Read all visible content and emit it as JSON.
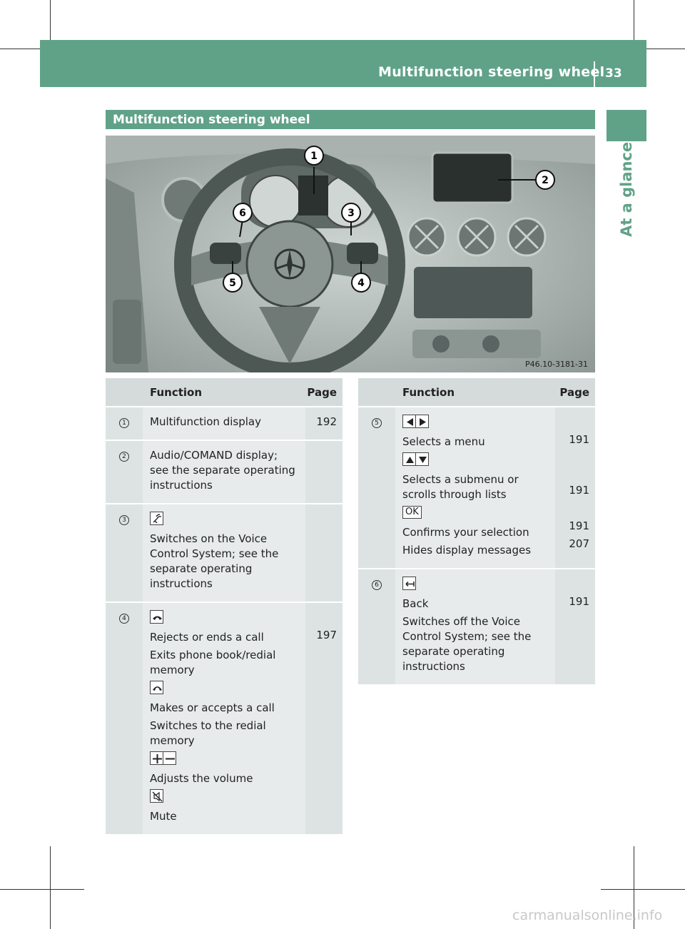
{
  "header": {
    "title": "Multifunction steering wheel",
    "page": "33"
  },
  "side_tab": {
    "label": "At a glance"
  },
  "section": {
    "title": "Multifunction steering wheel"
  },
  "figure": {
    "callouts": [
      "1",
      "2",
      "3",
      "4",
      "5",
      "6"
    ],
    "code": "P46.10-3181-31"
  },
  "table_left": {
    "headers": {
      "function": "Function",
      "page": "Page"
    },
    "rows": [
      {
        "num": "1",
        "lines": [
          "Multifunction display"
        ],
        "pages": [
          "192"
        ]
      },
      {
        "num": "2",
        "lines": [
          "Audio/COMAND display;",
          "see the separate operating",
          "instructions"
        ],
        "pages": []
      },
      {
        "num": "3",
        "icon": "voice-control-icon",
        "lines": [
          "Switches on the Voice",
          "Control System; see the",
          "separate operating",
          "instructions"
        ]
      },
      {
        "num": "4",
        "hangup": {
          "icon": "end-call-icon",
          "items": [
            "Rejects or ends a call",
            "Exits phone book/redial",
            "memory"
          ],
          "page": "197"
        },
        "accept": {
          "icon": "phone-accept-icon",
          "items": [
            "Makes or accepts a call",
            "Switches to the redial",
            "memory"
          ]
        },
        "volume": {
          "icons": [
            "plus-icon",
            "minus-icon"
          ],
          "items": [
            "Adjusts the volume"
          ]
        },
        "mute": {
          "icon": "mute-icon",
          "items": [
            "Mute"
          ]
        }
      }
    ]
  },
  "table_right": {
    "headers": {
      "function": "Function",
      "page": "Page"
    },
    "rows": [
      {
        "num": "5",
        "menu": {
          "icons": [
            "left-arrow-icon",
            "right-arrow-icon"
          ],
          "text": "Selects a menu",
          "page": "191"
        },
        "submenu": {
          "icons": [
            "up-arrow-icon",
            "down-arrow-icon"
          ],
          "text1": "Selects a submenu or",
          "text2": "scrolls through lists",
          "page": "191"
        },
        "ok": {
          "label": "OK",
          "text1": "Confirms your selection",
          "page1": "191",
          "text2": "Hides display messages",
          "page2": "207"
        }
      },
      {
        "num": "6",
        "back": {
          "icon": "back-icon",
          "text": "Back",
          "page": "191",
          "lines": [
            "Switches off the Voice",
            "Control System; see the",
            "separate operating",
            "instructions"
          ]
        }
      }
    ]
  },
  "watermark": "carmanualsonline.info",
  "colors": {
    "accent": "#60a288",
    "header_cell": "#d5dbdb",
    "cell": "#e7ebeb"
  }
}
